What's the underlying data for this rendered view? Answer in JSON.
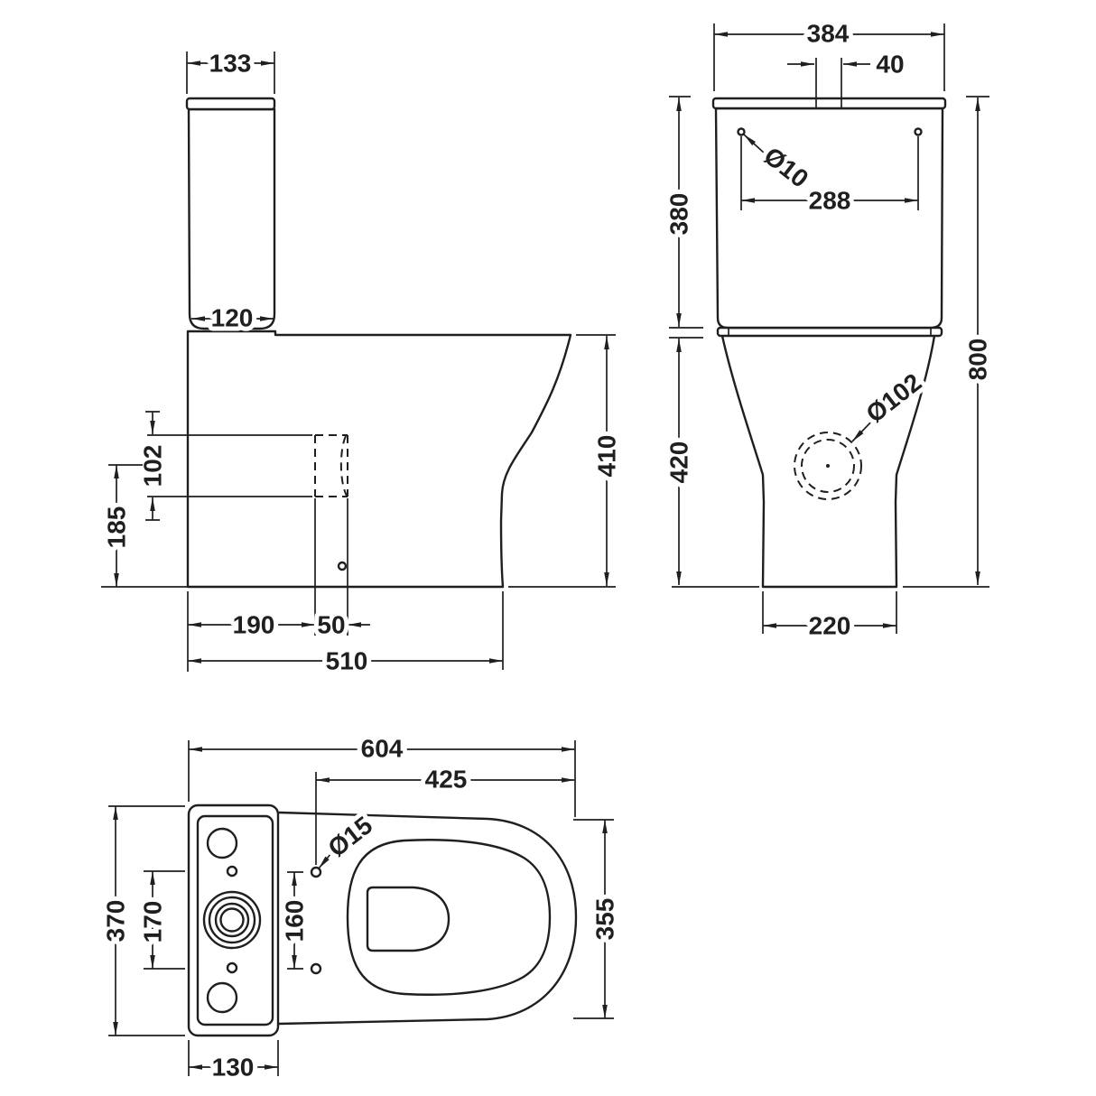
{
  "drawing": {
    "line_color": "#1f1f1f",
    "background_color": "#ffffff"
  },
  "side_view": {
    "cistern_width_top": "133",
    "cistern_width_bottom": "120",
    "outlet_height": "102",
    "outlet_centre_to_floor": "185",
    "outlet_setback": "190",
    "outlet_width": "50",
    "total_depth": "510",
    "pan_height": "410"
  },
  "front_view": {
    "cistern_width": "384",
    "button_width": "40",
    "cistern_height": "380",
    "fixing_hole_dia": "Ø10",
    "fixing_hole_centres": "288",
    "total_height": "800",
    "pan_height": "420",
    "base_width": "220",
    "outlet_dia": "Ø102"
  },
  "plan_view": {
    "total_length": "604",
    "seat_fixing_to_front": "425",
    "seat_fixing_hole_dia": "Ø15",
    "overall_width": "370",
    "tank_hole_centres": "170",
    "seat_fixing_centres": "160",
    "pan_width": "355",
    "cistern_depth": "130"
  }
}
